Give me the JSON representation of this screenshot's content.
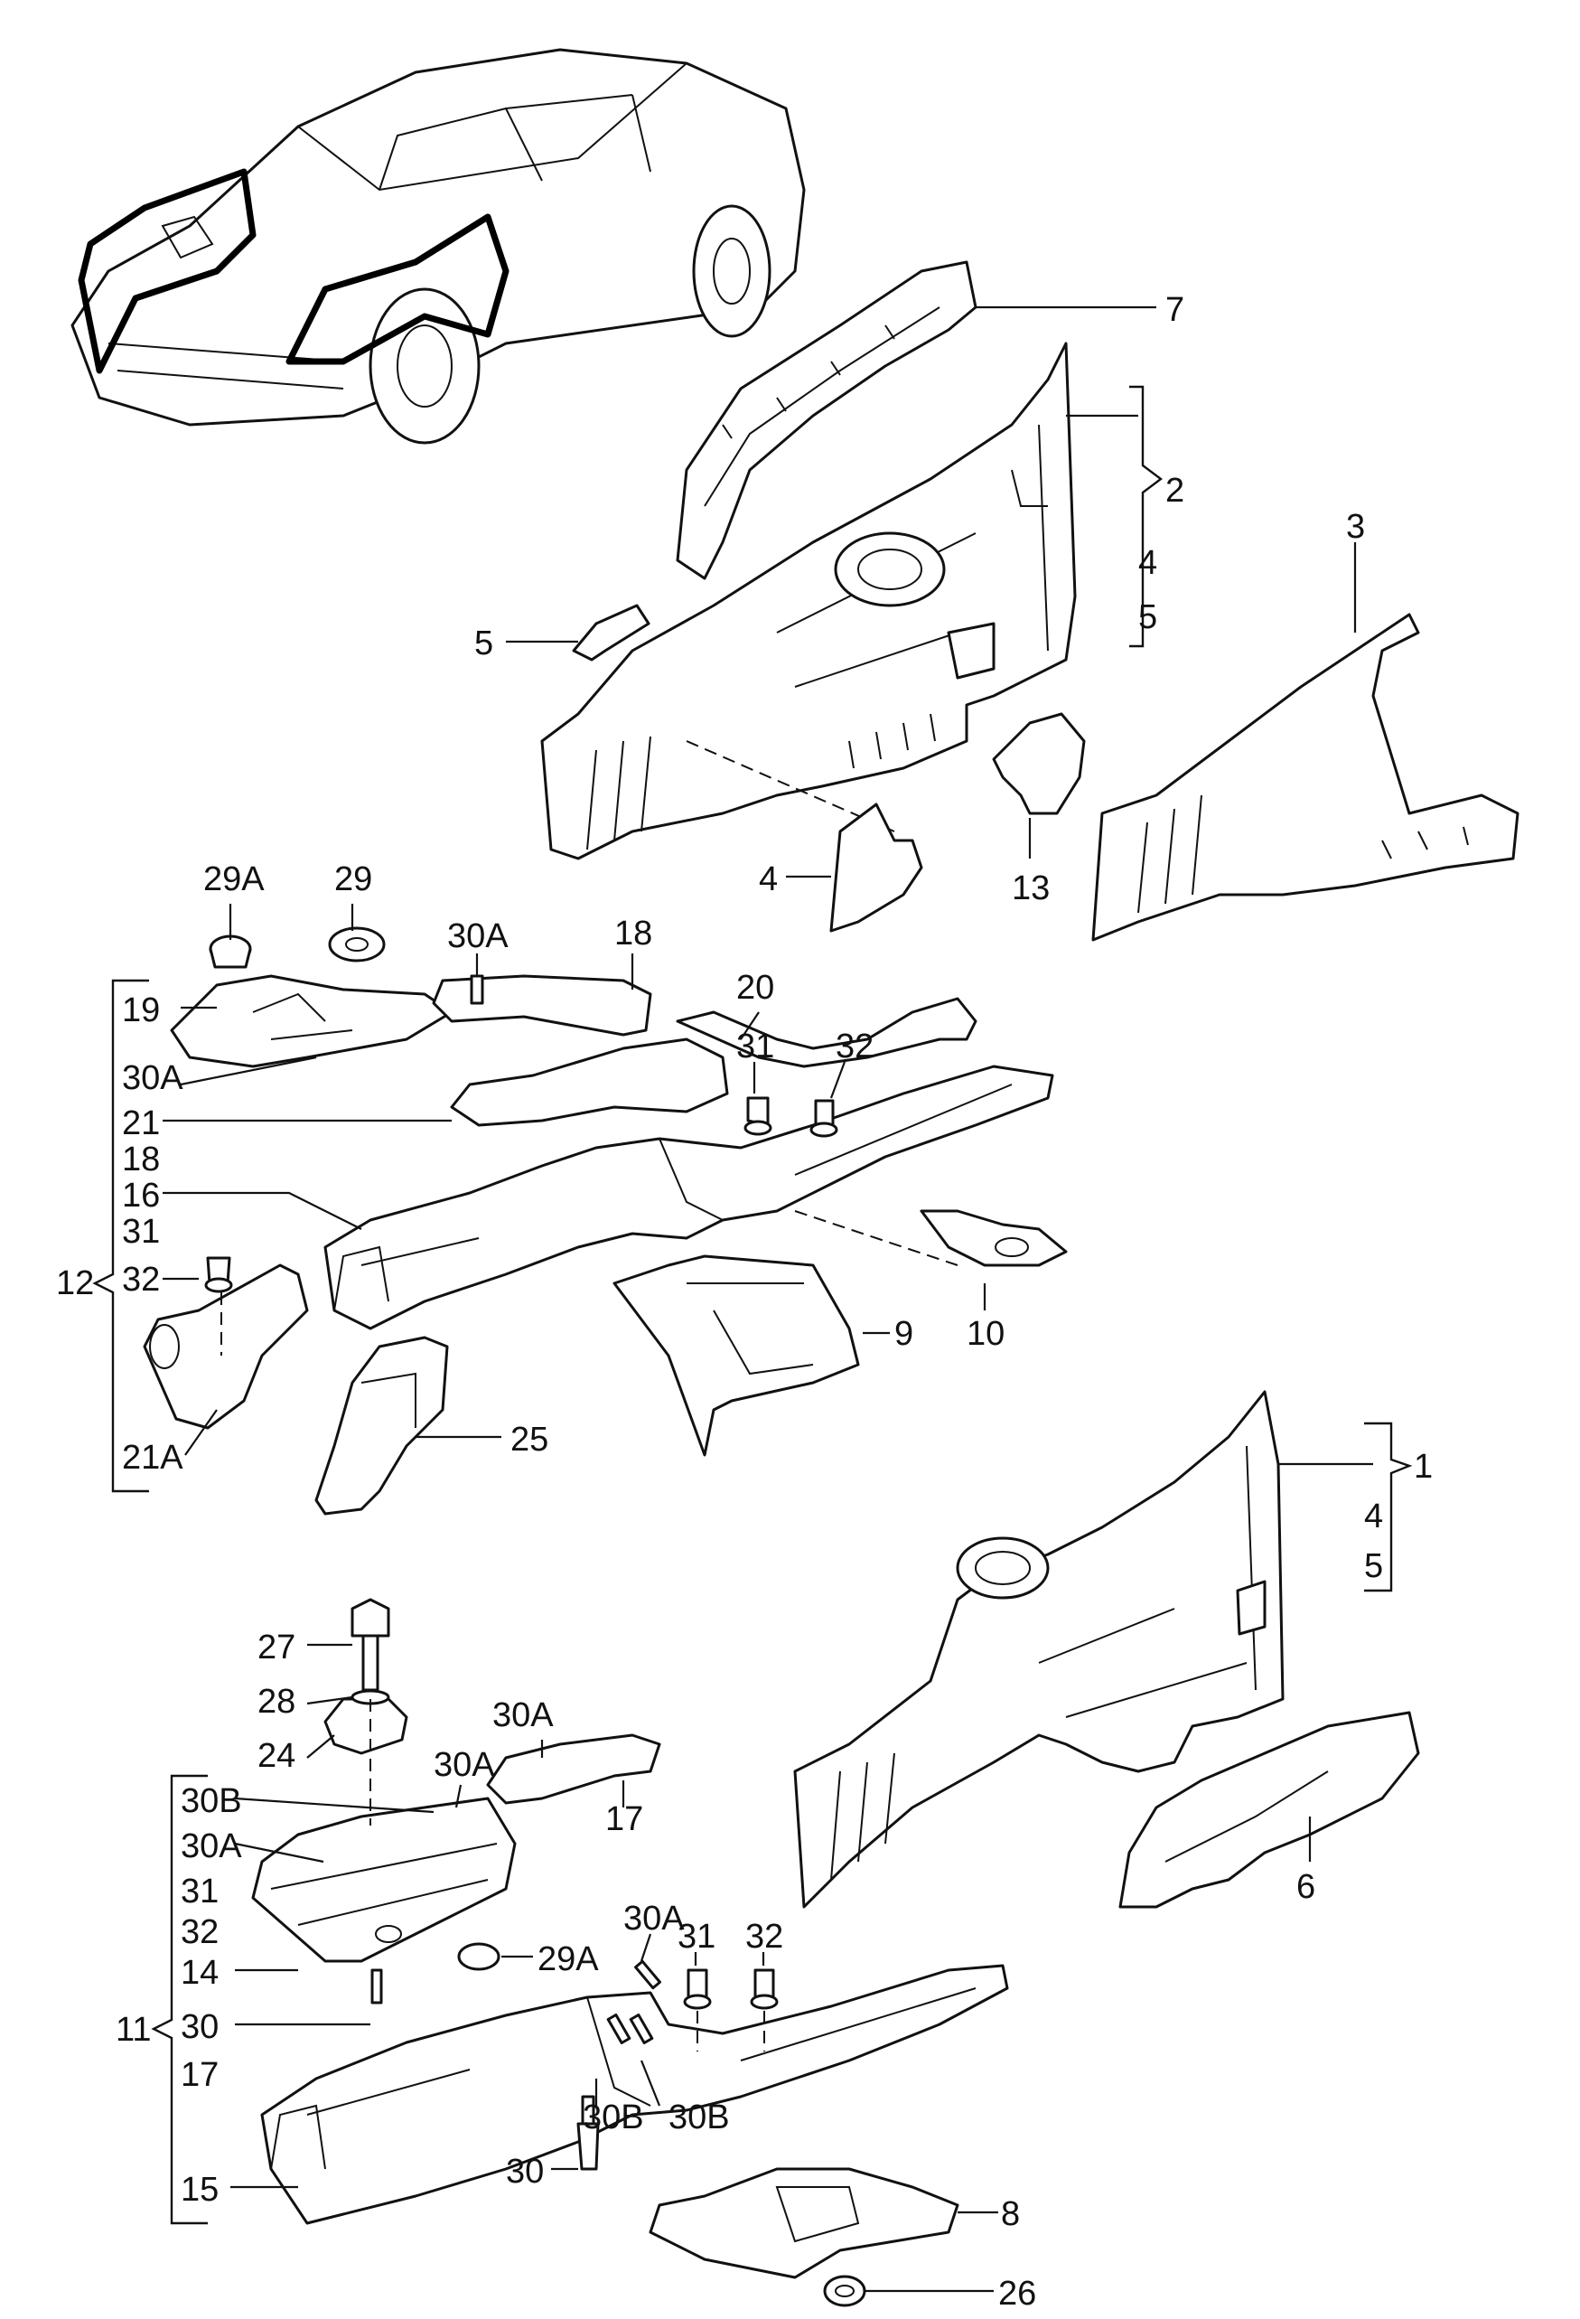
{
  "callouts": {
    "c7": "7",
    "c2": "2",
    "c4a": "4",
    "c5a": "5",
    "c3": "3",
    "c5b": "5",
    "c4b": "4",
    "c13": "13",
    "c29a_top": "29A",
    "c29_top": "29",
    "c30a_top": "30A",
    "c18_top": "18",
    "c20": "20",
    "c19": "19",
    "c30a_left": "30A",
    "c21": "21",
    "c31_mid": "31",
    "c32_mid": "32",
    "c18_list": "18",
    "c16": "16",
    "c31_list": "31",
    "c32_list": "32",
    "c12": "12",
    "c9": "9",
    "c10": "10",
    "c21a": "21A",
    "c25": "25",
    "c1": "1",
    "c4c": "4",
    "c5c": "5",
    "c27": "27",
    "c28": "28",
    "c24": "24",
    "c30a_b1": "30A",
    "c30a_b2": "30A",
    "c17_top": "17",
    "c30b_left": "30B",
    "c30a_b3": "30A",
    "c31_b": "31",
    "c32_b": "32",
    "c14": "14",
    "c29a_b": "29A",
    "c30a_b4": "30A",
    "c31_b2": "31",
    "c32_b2": "32",
    "c30_b": "30",
    "c6": "6",
    "c11": "11",
    "c17_list": "17",
    "c30b_b1": "30B",
    "c30b_b2": "30B",
    "c30_b2": "30",
    "c15": "15",
    "c8": "8",
    "c26": "26"
  }
}
